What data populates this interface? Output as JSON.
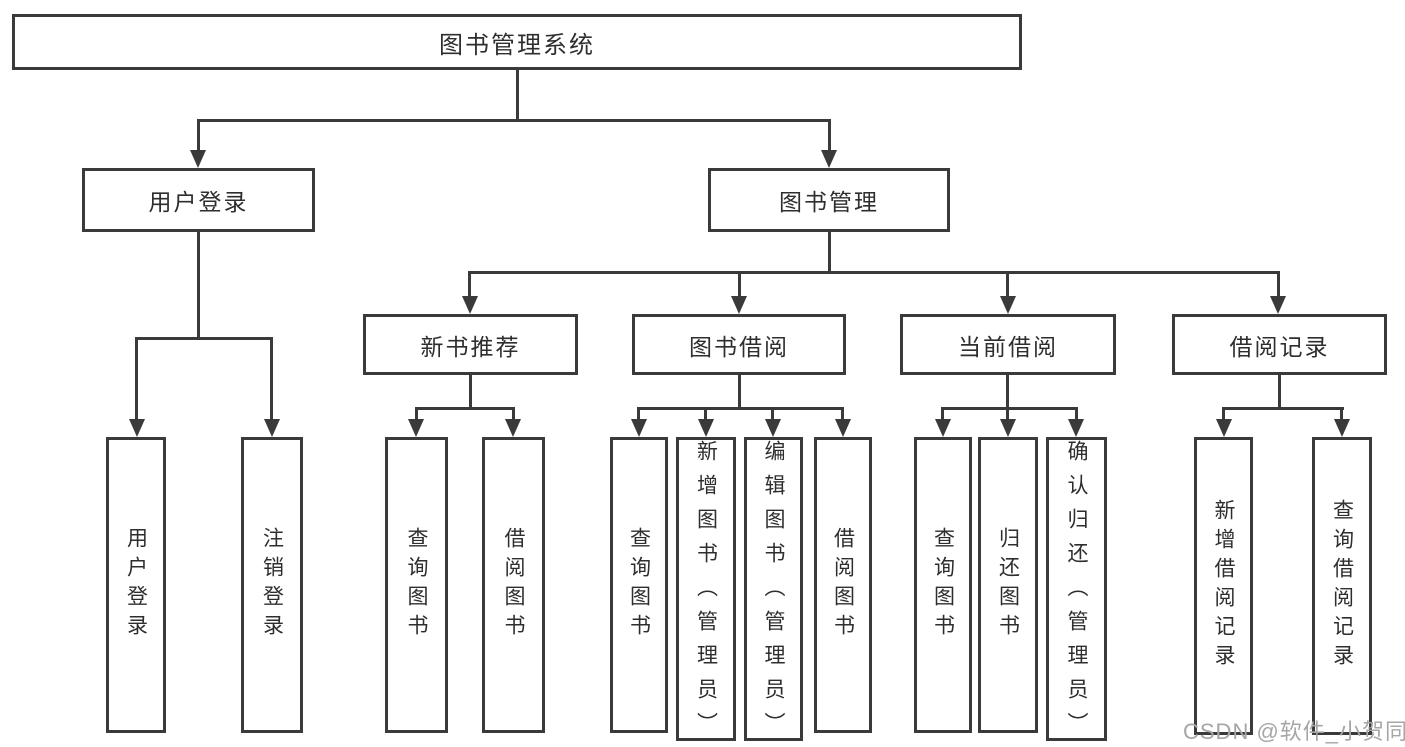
{
  "diagram_title": "图书管理系统",
  "nodes": {
    "root": "图书管理系统",
    "user_login": "用户登录",
    "book_mgmt": "图书管理",
    "new_book_rec": "新书推荐",
    "book_borrowing": "图书借阅",
    "current_borrowing": "当前借阅",
    "borrowing_records": "借阅记录",
    "leaf_user_login": "用户登录",
    "leaf_logout": "注销登录",
    "leaf_query_book_a": "查询图书",
    "leaf_borrow_book_a": "借阅图书",
    "leaf_query_book_b": "查询图书",
    "leaf_add_book_admin": "新增图书（管理员）",
    "leaf_edit_book_admin": "编辑图书（管理员）",
    "leaf_borrow_book_b": "借阅图书",
    "leaf_query_book_c": "查询图书",
    "leaf_return_book": "归还图书",
    "leaf_confirm_return_admin": "确认归还（管理员）",
    "leaf_add_borrow_record": "新增借阅记录",
    "leaf_query_borrow_record": "查询借阅记录"
  },
  "structure": {
    "root": "图书管理系统",
    "children": [
      {
        "label": "用户登录",
        "children": [
          "用户登录",
          "注销登录"
        ]
      },
      {
        "label": "图书管理",
        "children": [
          {
            "label": "新书推荐",
            "children": [
              "查询图书",
              "借阅图书"
            ]
          },
          {
            "label": "图书借阅",
            "children": [
              "查询图书",
              "新增图书（管理员）",
              "编辑图书（管理员）",
              "借阅图书"
            ]
          },
          {
            "label": "当前借阅",
            "children": [
              "查询图书",
              "归还图书",
              "确认归还（管理员）"
            ]
          },
          {
            "label": "借阅记录",
            "children": [
              "新增借阅记录",
              "查询借阅记录"
            ]
          }
        ]
      }
    ]
  },
  "watermark": {
    "text": "CSDN @软件_小贺同学"
  },
  "colors": {
    "line": "#3a3a3a",
    "text": "#2e2e2e",
    "background": "#ffffff",
    "watermark": "#a6a6a6"
  }
}
